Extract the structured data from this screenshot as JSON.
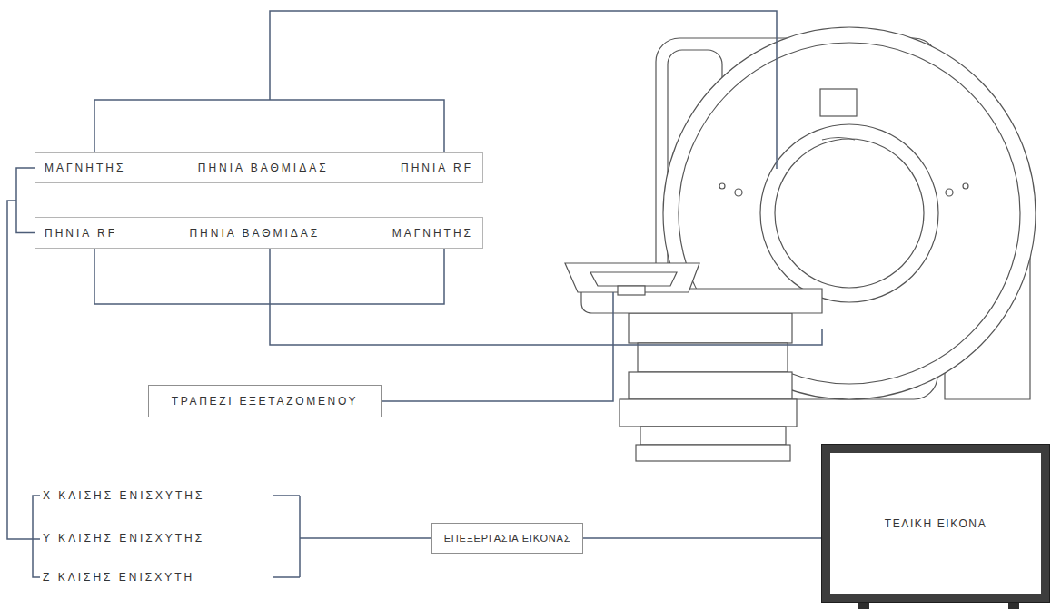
{
  "diagram": {
    "nodes": [
      {
        "text": [
          "ΜΑΓΝΗΤΗΣ",
          "ΠΗΝΙΑ ΒΑΘΜΙΔΑΣ",
          "ΠΗΝΙΑ RF"
        ]
      },
      {
        "text": [
          "ΠΗΝΙΑ RF",
          "ΠΗΝΙΑ ΒΑΘΜΙΔΑΣ",
          "ΜΑΓΝΗΤΗΣ"
        ]
      },
      {
        "text": [
          "ΤΡΑΠΕΖΙ ΕΞΕΤΑΖΟΜΕΝΟΥ"
        ]
      },
      {
        "text": [
          "ΕΠΕΞΕΡΓΑΣΙΑ ΕΙΚΟΝΑΣ"
        ]
      },
      {
        "text": [
          "ΤΕΛΙΚΗ ΕΙΚΟΝΑ"
        ]
      }
    ],
    "edges": [
      {
        "from": 0,
        "to": 1,
        "arrow": "none"
      },
      {
        "from": 3,
        "to": 4,
        "arrow": "none"
      }
    ],
    "labels": [
      "X ΚΛΙΣΗΣ ΕΝΙΣΧΥΤΗΣ",
      "Y ΚΛΙΣΗΣ ΕΝΙΣΧΥΤΗΣ",
      "Z ΚΛΙΣΗΣ ΕΝΙΣΧΥΤΗ"
    ]
  }
}
